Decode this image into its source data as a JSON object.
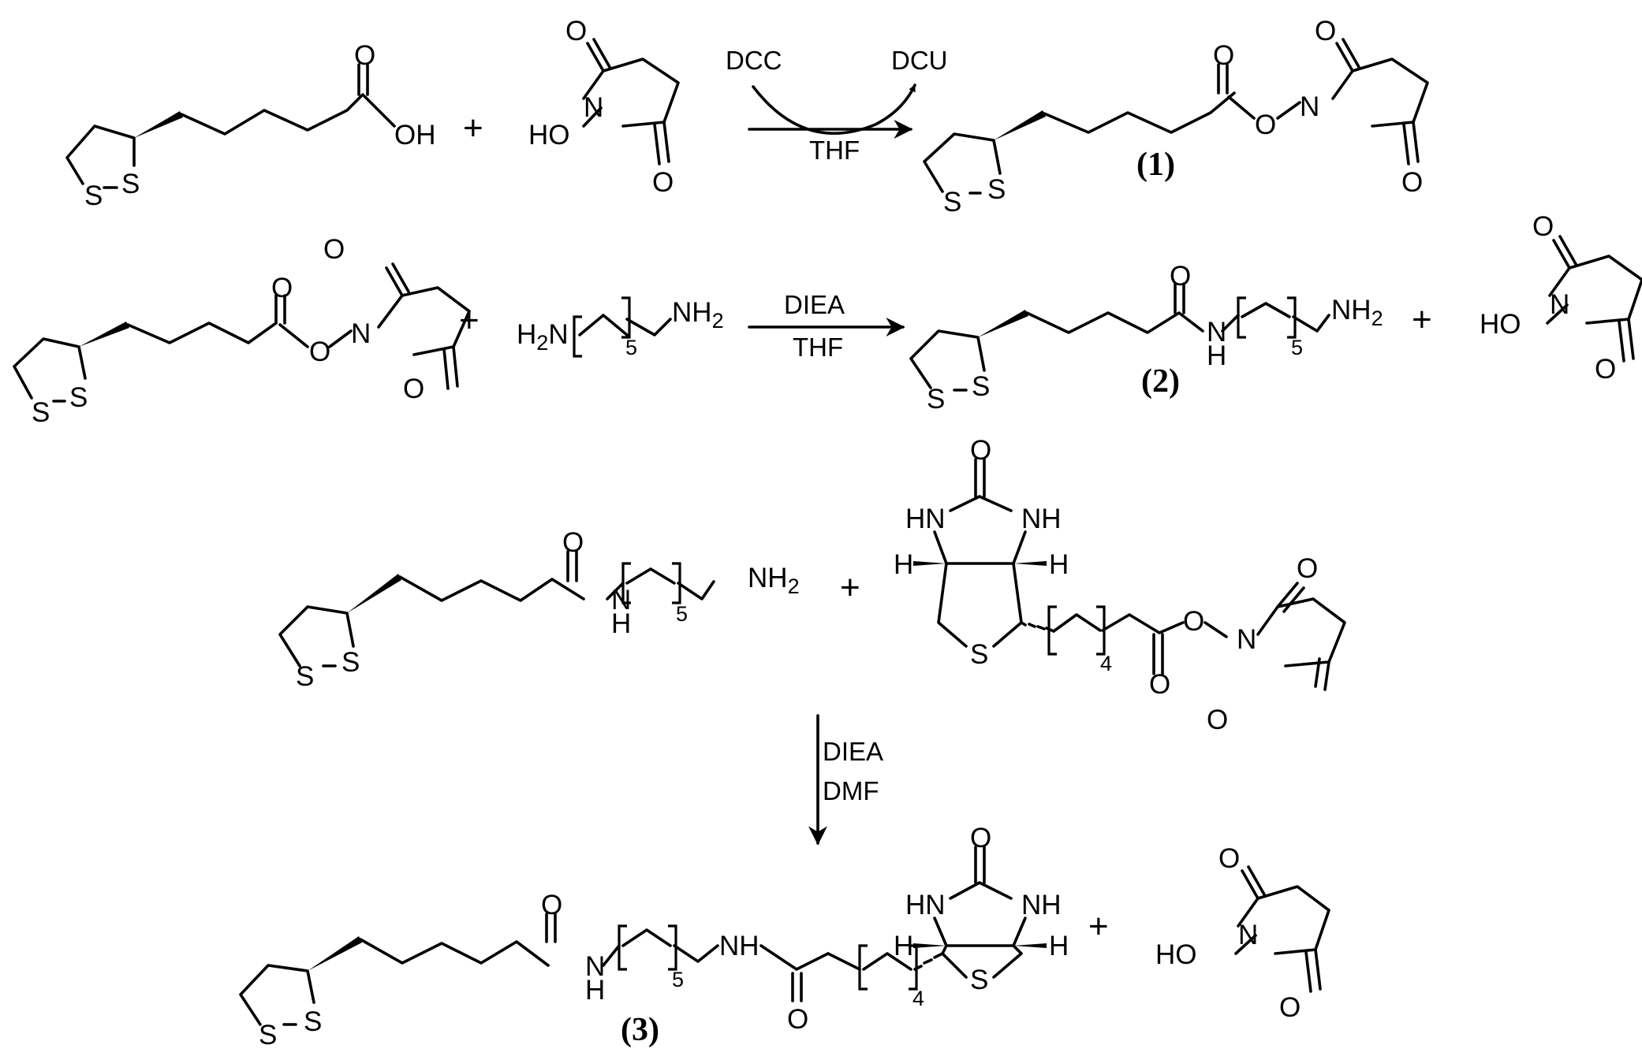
{
  "atoms": {
    "O": "O",
    "OH": "OH",
    "HO": "HO",
    "N": "N",
    "S": "S",
    "H": "H",
    "NH": "NH",
    "HN": "HN",
    "NH2": "NH",
    "H2N": "H",
    "H2N_N": "N",
    "sub2": "2"
  },
  "repeat": {
    "five": "5",
    "four": "4"
  },
  "plus_sign": "+",
  "reagents": {
    "r1_left": "DCC",
    "r1_right": "DCU",
    "r1_solvent": "THF",
    "r2_reagent": "DIEA",
    "r2_solvent": "THF",
    "r3_reagent": "DIEA",
    "r3_solvent": "DMF"
  },
  "compounds": {
    "c1": "(1)",
    "c2": "(2)",
    "c3": "(3)"
  }
}
